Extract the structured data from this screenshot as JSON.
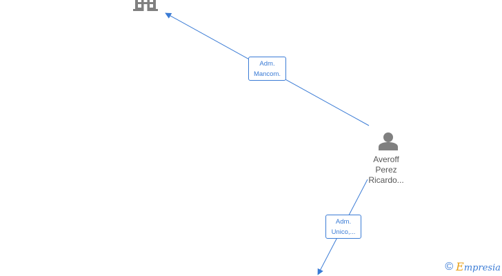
{
  "colors": {
    "edge": "#3a7bd5",
    "node_icon": "#808080",
    "node_text": "#555555",
    "brand_accent": "#e8a018"
  },
  "nodes": {
    "company": {
      "icon": "building-icon"
    },
    "person": {
      "icon": "person-icon",
      "label_lines": [
        "Averoff",
        "Perez",
        "Ricardo..."
      ]
    }
  },
  "edges": [
    {
      "from": "person",
      "to": "company",
      "label_lines": [
        "Adm.",
        "Mancom."
      ]
    },
    {
      "from": "person",
      "to": "offscreen-company",
      "label_lines": [
        "Adm.",
        "Unico,..."
      ]
    }
  ],
  "watermark": {
    "icon": "copyright-icon",
    "symbol": "©",
    "brand_initial": "E",
    "brand_rest": "mpresia"
  }
}
